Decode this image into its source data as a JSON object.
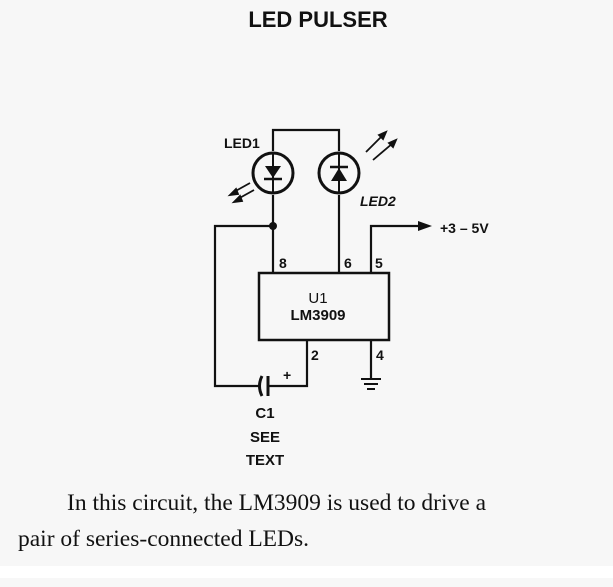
{
  "title": "LED PULSER",
  "components": {
    "led1": "LED1",
    "led2": "LED2",
    "ic_ref": "U1",
    "ic_part": "LM3909",
    "cap_ref": "C1",
    "cap_note_1": "SEE",
    "cap_note_2": "TEXT",
    "cap_polarity": "+",
    "supply": "+3 – 5V"
  },
  "pins": {
    "p8": "8",
    "p6": "6",
    "p5": "5",
    "p2": "2",
    "p4": "4"
  },
  "caption": {
    "line1": "In this circuit, the LM3909 is used to drive a",
    "line2": "pair of series-connected LEDs."
  }
}
